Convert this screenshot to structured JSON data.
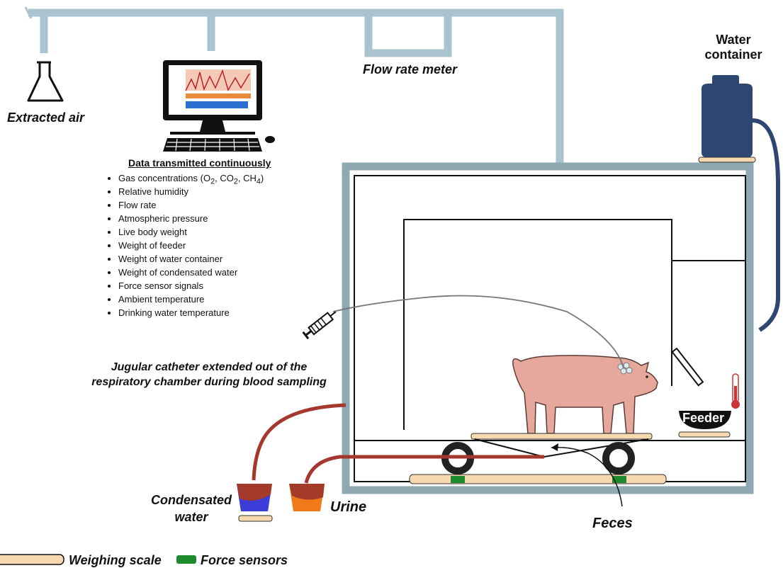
{
  "labels": {
    "extracted_air": "Extracted air",
    "flow_rate_meter": "Flow rate meter",
    "water_container_line1": "Water",
    "water_container_line2": "container",
    "catheter_line1": "Jugular catheter extended out of the",
    "catheter_line2": "respiratory chamber during blood sampling",
    "feeder": "Feeder",
    "condensated_line1": "Condensated",
    "condensated_line2": "water",
    "urine": "Urine",
    "feces": "Feces"
  },
  "data_list": {
    "heading": "Data transmitted continuously",
    "items": [
      {
        "text": "Gas concentrations (O",
        "sub1": "2",
        "mid1": ", CO",
        "sub2": "2",
        "mid2": ", CH",
        "sub3": "4",
        "end": ")"
      },
      {
        "text": "Relative humidity"
      },
      {
        "text": "Flow rate"
      },
      {
        "text": "Atmospheric pressure"
      },
      {
        "text": "Live body weight"
      },
      {
        "text": "Weight of feeder"
      },
      {
        "text": "Weight of water container"
      },
      {
        "text": "Weight of condensated water"
      },
      {
        "text": "Force sensor signals"
      },
      {
        "text": "Ambient temperature"
      },
      {
        "text": "Drinking water temperature"
      }
    ]
  },
  "legend": {
    "weighing_scale": "Weighing scale",
    "force_sensors": "Force sensors"
  },
  "colors": {
    "duct": "#a9c4cf",
    "chamber": "#8fa9b3",
    "tube_red": "#a5372e",
    "scale_fill": "#f7d9b0",
    "force_sensor": "#1e8a2e",
    "pig": "#e6a79c",
    "water_container": "#2f4673",
    "blue_cup": "#3c3cd9",
    "orange_cup": "#f07a1a",
    "cup_brown": "#a33a2a"
  }
}
